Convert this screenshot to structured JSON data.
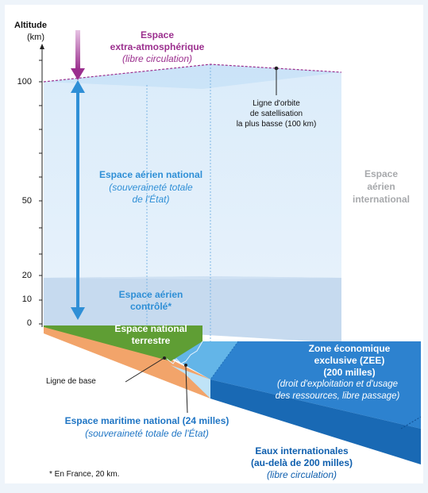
{
  "axis": {
    "title": "Altitude",
    "unit": "(km)",
    "ticks": [
      {
        "value": 100,
        "label": "100"
      },
      {
        "value": 50,
        "label": "50"
      },
      {
        "value": 20,
        "label": "20"
      },
      {
        "value": 10,
        "label": "10"
      },
      {
        "value": 0,
        "label": "0"
      }
    ]
  },
  "labels": {
    "extra_atmo_title": "Espace",
    "extra_atmo_title2": "extra-atmosphérique",
    "extra_atmo_sub": "(libre circulation)",
    "orbit_1": "Ligne d'orbite",
    "orbit_2": "de satellisation",
    "orbit_3": "la plus basse (100 km)",
    "national_air_title": "Espace aérien national",
    "national_air_sub1": "(souveraineté totale",
    "national_air_sub2": "de l'État)",
    "intl_air_1": "Espace",
    "intl_air_2": "aérien",
    "intl_air_3": "international",
    "controlled_1": "Espace aérien",
    "controlled_2": "contrôlé*",
    "land_1": "Espace national",
    "land_2": "terrestre",
    "baseline": "Ligne de base",
    "zee_1": "Zone économique",
    "zee_2": "exclusive (ZEE)",
    "zee_3": "(200 milles)",
    "zee_4": "(droit d'exploitation et d'usage",
    "zee_5": "des ressources, libre passage)",
    "maritime_title": "Espace maritime national (24 milles)",
    "maritime_sub": "(souveraineté totale de l'État)",
    "intl_waters_1": "Eaux internationales",
    "intl_waters_2": "(au-delà de 200 milles)",
    "intl_waters_3": "(libre circulation)",
    "footnote": "* En France, 20 km."
  },
  "colors": {
    "purple": "#9b2f8e",
    "blue": "#2f8fd6",
    "dark_blue": "#0f5fae",
    "grey": "#a7a9ac",
    "green": "#5f9e34",
    "orange": "#f2a46a"
  }
}
